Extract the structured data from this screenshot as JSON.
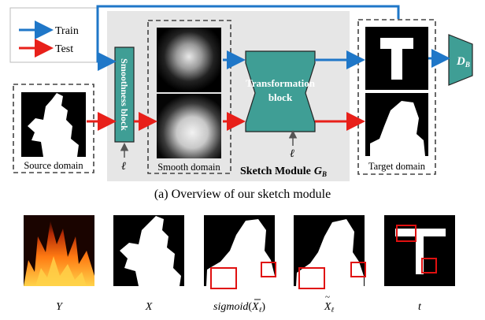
{
  "legend": {
    "train_label": "Train",
    "test_label": "Test",
    "train_color": "#1f77c8",
    "test_color": "#e8201a"
  },
  "blocks": {
    "smoothness": "Smoothness block",
    "transformation_line1": "Transformation",
    "transformation_line2": "block",
    "discriminator": "D",
    "discriminator_sub": "B",
    "block_color": "#3f9e95"
  },
  "domains": {
    "source": "Source domain",
    "smooth": "Smooth domain",
    "target": "Target domain"
  },
  "module_label": "Sketch Module",
  "module_symbol": "G",
  "module_symbol_sub": "B",
  "ell": "ℓ",
  "caption_a": "(a) Overview of our sketch module",
  "bottom_captions": {
    "y": "Y",
    "x": "X",
    "sigmoid_fn": "sigmoid",
    "sigmoid_arg": "X",
    "xtilde": "X",
    "t": "t",
    "sub_ell": "ℓ"
  }
}
